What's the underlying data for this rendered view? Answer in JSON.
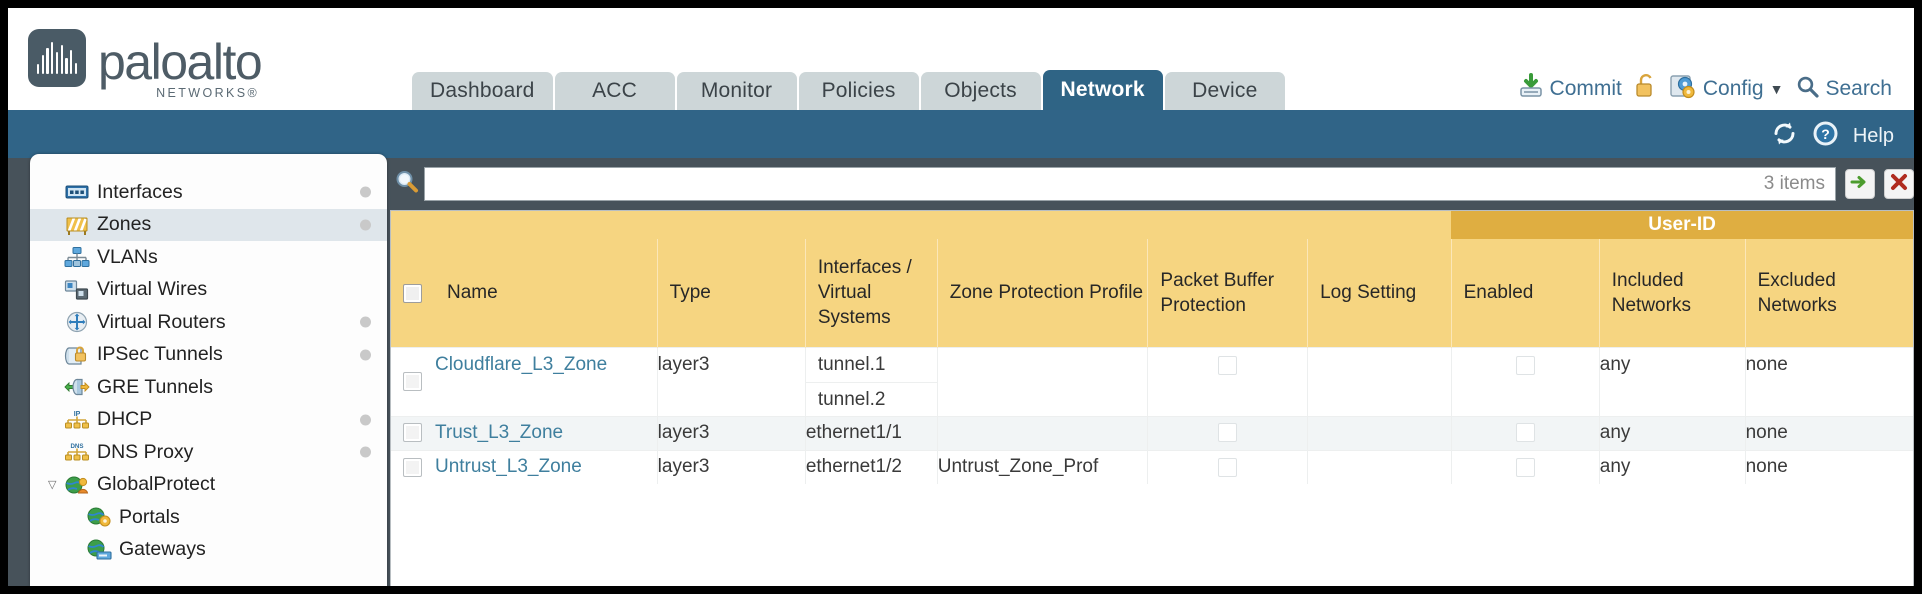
{
  "brand": {
    "name": "paloalto",
    "tagline": "NETWORKS",
    "registered": "®"
  },
  "nav": {
    "tabs": [
      {
        "label": "Dashboard",
        "active": false
      },
      {
        "label": "ACC",
        "active": false
      },
      {
        "label": "Monitor",
        "active": false
      },
      {
        "label": "Policies",
        "active": false
      },
      {
        "label": "Objects",
        "active": false
      },
      {
        "label": "Network",
        "active": true
      },
      {
        "label": "Device",
        "active": false
      }
    ]
  },
  "header_actions": {
    "commit": {
      "label": "Commit",
      "icon": "commit-download-icon"
    },
    "lock": {
      "label": "",
      "icon": "padlock-icon"
    },
    "config": {
      "label": "Config",
      "icon": "config-wrench-icon",
      "caret": "▼"
    },
    "search": {
      "label": "Search",
      "icon": "magnifier-icon"
    }
  },
  "bluebar": {
    "refresh": {
      "label": "",
      "icon": "refresh-icon"
    },
    "help": {
      "label": "Help",
      "icon": "help-question-icon"
    }
  },
  "sidebar": {
    "items": [
      {
        "label": "Interfaces",
        "icon": "interfaces-icon",
        "selected": false,
        "child": false,
        "caret": "",
        "dot": true
      },
      {
        "label": "Zones",
        "icon": "zones-icon",
        "selected": true,
        "child": false,
        "caret": "",
        "dot": true
      },
      {
        "label": "VLANs",
        "icon": "vlans-icon",
        "selected": false,
        "child": false,
        "caret": "",
        "dot": false
      },
      {
        "label": "Virtual Wires",
        "icon": "virtual-wires-icon",
        "selected": false,
        "child": false,
        "caret": "",
        "dot": false
      },
      {
        "label": "Virtual Routers",
        "icon": "virtual-routers-icon",
        "selected": false,
        "child": false,
        "caret": "",
        "dot": true
      },
      {
        "label": "IPSec Tunnels",
        "icon": "ipsec-tunnels-icon",
        "selected": false,
        "child": false,
        "caret": "",
        "dot": true
      },
      {
        "label": "GRE Tunnels",
        "icon": "gre-tunnels-icon",
        "selected": false,
        "child": false,
        "caret": "",
        "dot": false
      },
      {
        "label": "DHCP",
        "icon": "dhcp-icon",
        "selected": false,
        "child": false,
        "caret": "",
        "dot": true
      },
      {
        "label": "DNS Proxy",
        "icon": "dns-proxy-icon",
        "selected": false,
        "child": false,
        "caret": "",
        "dot": true
      },
      {
        "label": "GlobalProtect",
        "icon": "globalprotect-icon",
        "selected": false,
        "child": false,
        "caret": "▽",
        "dot": false
      },
      {
        "label": "Portals",
        "icon": "portals-icon",
        "selected": false,
        "child": true,
        "caret": "",
        "dot": false
      },
      {
        "label": "Gateways",
        "icon": "gateways-icon",
        "selected": false,
        "child": true,
        "caret": "",
        "dot": false
      }
    ]
  },
  "search": {
    "value": "",
    "placeholder": "",
    "items_count": "3 items",
    "apply_icon": "green-arrow-icon",
    "clear_icon": "red-x-icon",
    "magnifier_icon": "magnifier-icon"
  },
  "table": {
    "group_headers": [
      {
        "label": "",
        "span": 7
      },
      {
        "label": "User-ID",
        "span": 3
      }
    ],
    "columns": [
      "",
      "Name",
      "Type",
      "Interfaces / Virtual Systems",
      "Zone Protection Profile",
      "Packet Buffer Protection",
      "Log Setting",
      "Enabled",
      "Included Networks",
      "Excluded Networks"
    ],
    "rows": [
      {
        "selected": false,
        "name": "Cloudflare_L3_Zone",
        "type": "layer3",
        "interfaces": [
          "tunnel.1",
          "tunnel.2"
        ],
        "zone_protection_profile": "",
        "packet_buffer_protection": false,
        "log_setting": "",
        "userid_enabled": false,
        "included_networks": "any",
        "excluded_networks": "none"
      },
      {
        "selected": false,
        "name": "Trust_L3_Zone",
        "type": "layer3",
        "interfaces": [
          "ethernet1/1"
        ],
        "zone_protection_profile": "",
        "packet_buffer_protection": false,
        "log_setting": "",
        "userid_enabled": false,
        "included_networks": "any",
        "excluded_networks": "none"
      },
      {
        "selected": false,
        "name": "Untrust_L3_Zone",
        "type": "layer3",
        "interfaces": [
          "ethernet1/2"
        ],
        "zone_protection_profile": "Untrust_Zone_Prof",
        "packet_buffer_protection": false,
        "log_setting": "",
        "userid_enabled": false,
        "included_networks": "any",
        "excluded_networks": "none"
      }
    ]
  },
  "colors": {
    "blue_bar": "#306487",
    "content_bg": "#47525a",
    "tab_active": "#2f6485",
    "tab_inactive": "#cdd6d8",
    "header_yellow": "#f6d581",
    "group_yellow": "#dfae41",
    "link": "#3f7f9e",
    "row_alt": "#f2f5f6"
  }
}
